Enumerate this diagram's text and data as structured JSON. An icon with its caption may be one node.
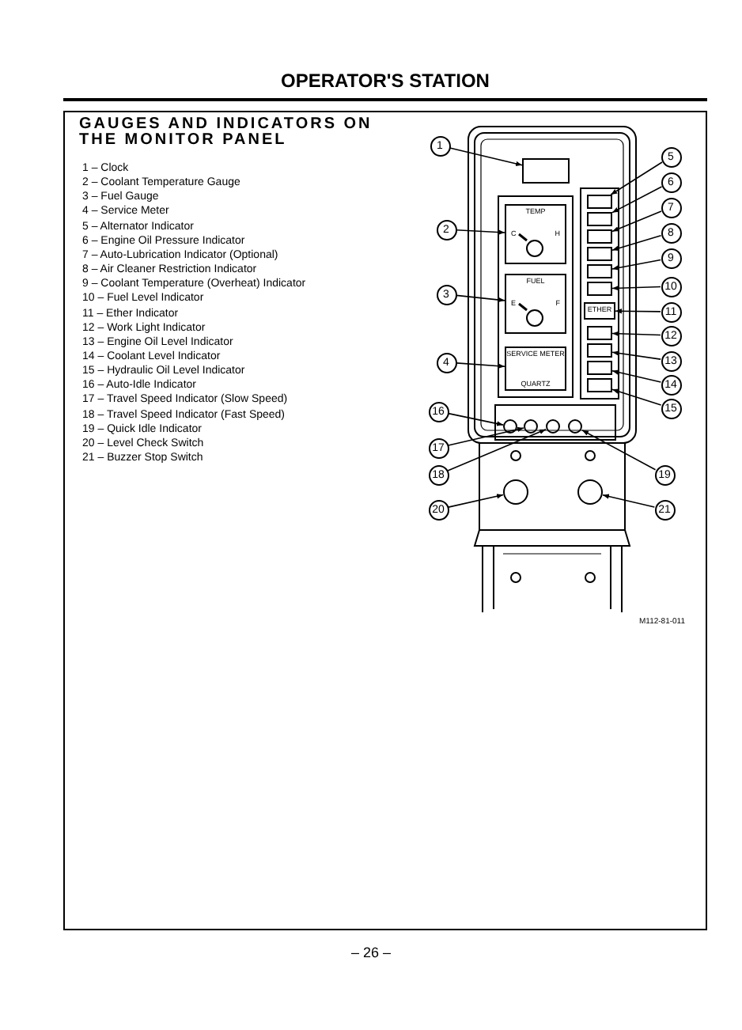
{
  "diagram": {
    "title": "OPERATOR'S STATION",
    "nodes": [
      {
        "text": [
          "1"
        ]
      },
      {
        "text": [
          "2"
        ]
      },
      {
        "text": [
          "3"
        ]
      },
      {
        "text": [
          "4"
        ]
      },
      {
        "text": [
          "5"
        ]
      },
      {
        "text": [
          "6"
        ]
      },
      {
        "text": [
          "7"
        ]
      },
      {
        "text": [
          "8"
        ]
      },
      {
        "text": [
          "9"
        ]
      },
      {
        "text": [
          "10"
        ]
      },
      {
        "text": [
          "11"
        ]
      },
      {
        "text": [
          "12"
        ]
      },
      {
        "text": [
          "13"
        ]
      },
      {
        "text": [
          "14"
        ]
      },
      {
        "text": [
          "15"
        ]
      },
      {
        "text": [
          "16"
        ]
      },
      {
        "text": [
          "17"
        ]
      },
      {
        "text": [
          "18"
        ]
      },
      {
        "text": [
          "19"
        ]
      },
      {
        "text": [
          "20"
        ]
      },
      {
        "text": [
          "21"
        ]
      },
      {
        "text": [],
        "shape": "box"
      },
      {
        "text": [
          "TEMP",
          "C",
          "H"
        ]
      },
      {
        "text": [
          "FUEL",
          "E",
          "F"
        ]
      },
      {
        "text": [
          "SERVICE METER",
          "QUARTZ"
        ]
      },
      {
        "text": [],
        "shape": "box"
      },
      {
        "text": [],
        "shape": "box"
      },
      {
        "text": [],
        "shape": "box"
      },
      {
        "text": [],
        "shape": "box"
      },
      {
        "text": [],
        "shape": "box"
      },
      {
        "text": [],
        "shape": "box"
      },
      {
        "text": [
          "ETHER"
        ]
      },
      {
        "text": [],
        "shape": "box"
      },
      {
        "text": [],
        "shape": "box"
      },
      {
        "text": [],
        "shape": "box"
      },
      {
        "text": [],
        "shape": "box"
      },
      {
        "text": [],
        "shape": "circle"
      },
      {
        "text": [],
        "shape": "circle"
      },
      {
        "text": [],
        "shape": "circle"
      },
      {
        "text": [],
        "shape": "circle"
      },
      {
        "text": [],
        "shape": "circle"
      },
      {
        "text": [],
        "shape": "circle"
      }
    ],
    "edges": [
      {
        "from": 0,
        "to": 21,
        "arrow": "to"
      },
      {
        "from": 1,
        "to": 22,
        "arrow": "to"
      },
      {
        "from": 2,
        "to": 23,
        "arrow": "to"
      },
      {
        "from": 3,
        "to": 24,
        "arrow": "to"
      },
      {
        "from": 4,
        "to": 25,
        "arrow": "to"
      },
      {
        "from": 5,
        "to": 26,
        "arrow": "to"
      },
      {
        "from": 6,
        "to": 27,
        "arrow": "to"
      },
      {
        "from": 7,
        "to": 28,
        "arrow": "to"
      },
      {
        "from": 8,
        "to": 29,
        "arrow": "to"
      },
      {
        "from": 9,
        "to": 30,
        "arrow": "to"
      },
      {
        "from": 10,
        "to": 31,
        "arrow": "to"
      },
      {
        "from": 11,
        "to": 32,
        "arrow": "to"
      },
      {
        "from": 12,
        "to": 33,
        "arrow": "to"
      },
      {
        "from": 13,
        "to": 34,
        "arrow": "to"
      },
      {
        "from": 14,
        "to": 35,
        "arrow": "to"
      },
      {
        "from": 15,
        "to": 36,
        "arrow": "to"
      },
      {
        "from": 16,
        "to": 37,
        "arrow": "to"
      },
      {
        "from": 17,
        "to": 38,
        "arrow": "to"
      },
      {
        "from": 18,
        "to": 39,
        "arrow": "to"
      },
      {
        "from": 19,
        "to": 40,
        "arrow": "to"
      },
      {
        "from": 20,
        "to": 41,
        "arrow": "to"
      }
    ],
    "labels": [
      "GAUGES AND INDICATORS ON THE MONITOR PANEL",
      "1 – Clock",
      "2 – Coolant Temperature Gauge",
      "3 – Fuel Gauge",
      "4 – Service Meter",
      "5 – Alternator Indicator",
      "6 – Engine Oil Pressure Indicator",
      "7 – Auto-Lubrication Indicator (Optional)",
      "8 – Air Cleaner Restriction Indicator",
      "9 – Coolant Temperature (Overheat) Indicator",
      "10 – Fuel Level Indicator",
      "11 – Ether Indicator",
      "12 – Work Light Indicator",
      "13 – Engine Oil Level Indicator",
      "14 – Coolant Level Indicator",
      "15 – Hydraulic Oil Level Indicator",
      "16 – Auto-Idle Indicator",
      "17 – Travel Speed Indicator (Slow Speed)",
      "18 – Travel Speed Indicator (Fast Speed)",
      "19 – Quick Idle Indicator",
      "20 – Level Check Switch",
      "21 – Buzzer Stop Switch",
      "M112-81-011",
      "– 26 –"
    ]
  }
}
